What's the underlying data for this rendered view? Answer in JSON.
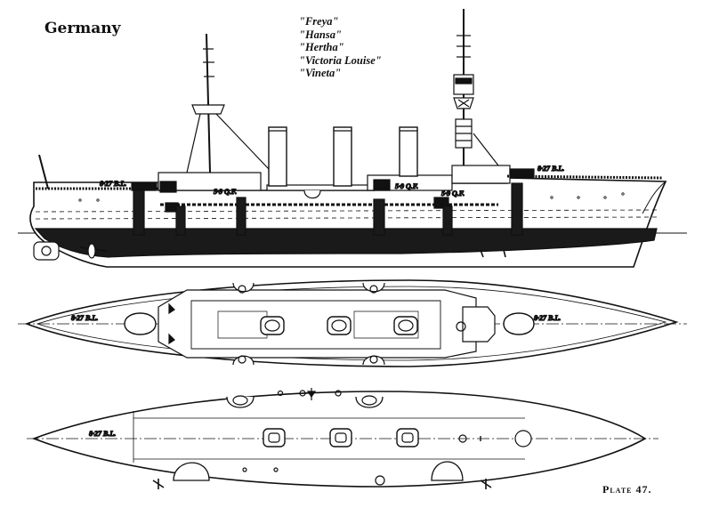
{
  "plate": {
    "country": "Germany",
    "ship_names": [
      "\"Freya\"",
      "\"Hansa\"",
      "\"Hertha\"",
      "\"Victoria Louise\"",
      "\"Vineta\""
    ],
    "plate_label": "Plate 47."
  },
  "gun_labels": {
    "main_fore_profile": "8·27 B.L.",
    "main_aft_profile": "8·27 B.L.",
    "secondary_1": "5·9 Q.F.",
    "secondary_2": "5·9 Q.F.",
    "secondary_3": "5·9 Q.F.",
    "main_plan_aft": "8·27 B.L.",
    "main_plan_fore": "8·27 B.L.",
    "main_lower_plan": "8·27 B.L."
  }
}
